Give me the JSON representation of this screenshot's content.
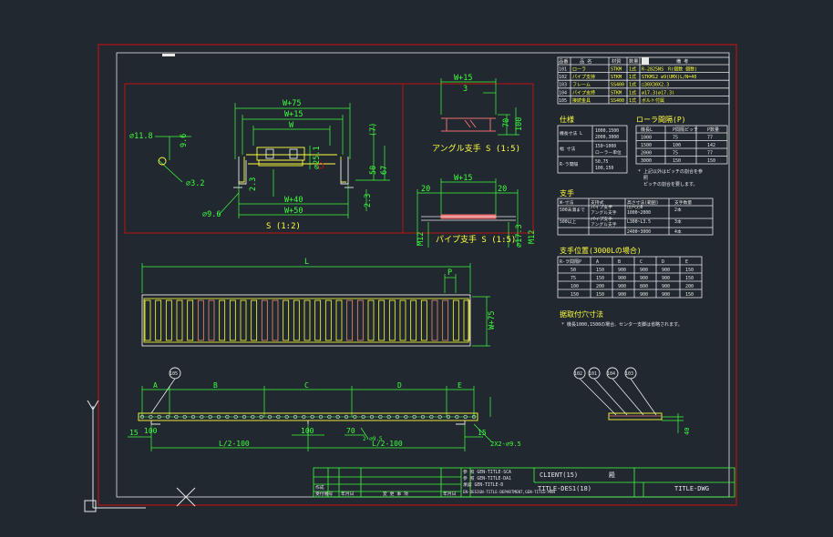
{
  "parts_table": {
    "headers": [
      "品番",
      "品 名",
      "材質",
      "数量",
      "備 考"
    ],
    "rows": [
      [
        "101",
        "ローラ",
        "STKM",
        "1式",
        "R-2825NS　R(個数 個数)"
      ],
      [
        "102",
        "パイプ支持",
        "STKM",
        "1式",
        "STKM12 ∅9(UMX)L/N=40"
      ],
      [
        "103",
        "フレーム",
        "SS400",
        "1式",
        "□30X30X2.3"
      ],
      [
        "104",
        "パイプ支持",
        "STKM",
        "1式",
        "∅17.3(∅17.3)"
      ],
      [
        "105",
        "接続金具",
        "SS400",
        "1式",
        "ボルト付属"
      ]
    ]
  },
  "spec": {
    "title": "仕様",
    "rows": [
      [
        "機長寸法 L",
        "1000,1500\n2000,3000"
      ],
      [
        "幅 寸法",
        "150~1000\nローラー単位"
      ],
      [
        "R-ラ間隔",
        "50,75\n100,150"
      ]
    ]
  },
  "roller_pitch": {
    "title": "ローラ間隔(P)",
    "headers": [
      "機長L",
      "P間隔ピッチ",
      "P数量"
    ],
    "rows": [
      [
        "1000",
        "75",
        "77"
      ],
      [
        "1500",
        "100",
        "142"
      ],
      [
        "2000",
        "75",
        "77"
      ],
      [
        "3000",
        "150",
        "150"
      ]
    ],
    "notes": [
      "* 上記以外はピッチの割合を参",
      "照",
      "ピッチの割合を要します。"
    ]
  },
  "support": {
    "title": "支手",
    "headers": [
      "W-寸法",
      "支持式",
      "高さ寸法(範囲)",
      "支手数量"
    ],
    "rows": [
      [
        "500未満まで",
        "パイプ支手\nアングル支手",
        "○○~○○0\n1000~2000",
        "2本"
      ],
      [
        "500以上",
        "パイプ支手\nアングル支手",
        "L300~L3.5",
        "3本"
      ],
      [
        "",
        "",
        "2400~3000",
        "4本"
      ]
    ]
  },
  "support_position": {
    "title": "支手位置(3000Lの場合)",
    "headers": [
      "R-ラ間隔P",
      "A",
      "B",
      "C",
      "D",
      "E"
    ],
    "rows": [
      [
        "50",
        "150",
        "900",
        "900",
        "900",
        "150"
      ],
      [
        "75",
        "150",
        "900",
        "900",
        "900",
        "150"
      ],
      [
        "100",
        "200",
        "900",
        "800",
        "900",
        "200"
      ],
      [
        "150",
        "150",
        "900",
        "900",
        "900",
        "150"
      ]
    ]
  },
  "mounting": {
    "title": "据取付穴寸法",
    "note": "* 機長1000,1500の場合、センター支脚は省略されます。"
  },
  "dims": {
    "w75": "W+75",
    "w15": "W+15",
    "w": "W",
    "w40": "W+40",
    "w50": "W+50",
    "d118": "∅11.8",
    "v96": "9.6",
    "d32": "∅3.2",
    "d96": "∅9.6",
    "v251": "∅25.1",
    "v23": "2.3",
    "v7": "(7)",
    "v50": "50",
    "v67": "67",
    "v3": "3",
    "v70": "70",
    "v100": "100",
    "v20a": "20",
    "v20b": "20",
    "m12a": "M12",
    "m12b": "M12",
    "v173": "∅17.3",
    "L": "L",
    "P": "P",
    "W75v": "W+75",
    "A": "A",
    "B": "B",
    "C": "C",
    "D": "D",
    "E": "E",
    "v15a": "15",
    "v15b": "15",
    "half1": "L/2-100",
    "half2": "L/2-100",
    "v100a": "100",
    "v100b": "100",
    "v70b": "70",
    "slot": "2-∅9.5",
    "slot2": "2X2-∅9.5",
    "v40": "40"
  },
  "view_labels": {
    "section": "S (1:2)",
    "angle": "アングル支手 S (1:5)",
    "pipe": "パイプ支手 S (1:5)"
  },
  "balloons": [
    "102",
    "101",
    "104",
    "103",
    "105"
  ],
  "title_block": {
    "client": "CLIENT(15)",
    "dono": "殿",
    "title": "TITLE-DES1(18)",
    "dwg": "TITLE-DWG",
    "ref_rows": [
      "参 照 GEN-TITLE-SCA",
      "参 照 GEN-TITLE-DA1",
      "承認 GEN-TITLE-D",
      "作成"
    ],
    "footer": [
      "受付番号",
      "年月日",
      "変 更 事 項",
      "年月日"
    ],
    "long_ref": "EN-DESIGN-TITLE-DEPARTMENT,GEN-TITLE-MAN"
  },
  "colors": {
    "bg": "#212830",
    "line": "#e8e8e8",
    "dim": "#3dff3d",
    "part": "#ffff3c",
    "frame": "#d01010",
    "roller": "#f09070"
  }
}
